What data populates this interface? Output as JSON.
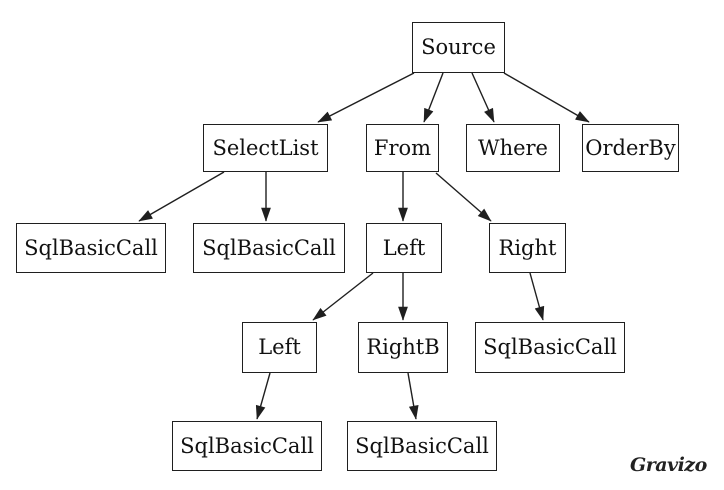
{
  "diagram": {
    "type": "tree-graph",
    "watermark": "Gravizo",
    "colors": {
      "background": "#ffffff",
      "node_border": "#1f1f1f",
      "edge_stroke": "#1f1f1f",
      "text": "#111111"
    },
    "nodes": {
      "source": {
        "label": "Source"
      },
      "selectlist": {
        "label": "SelectList"
      },
      "from": {
        "label": "From"
      },
      "where": {
        "label": "Where"
      },
      "orderby": {
        "label": "OrderBy"
      },
      "sqlbasiccall_1": {
        "label": "SqlBasicCall"
      },
      "sqlbasiccall_2": {
        "label": "SqlBasicCall"
      },
      "left_outer": {
        "label": "Left"
      },
      "right_outer": {
        "label": "Right"
      },
      "left_inner": {
        "label": "Left"
      },
      "rightb": {
        "label": "RightB"
      },
      "sqlbasiccall_3": {
        "label": "SqlBasicCall"
      },
      "sqlbasiccall_4": {
        "label": "SqlBasicCall"
      },
      "sqlbasiccall_5": {
        "label": "SqlBasicCall"
      }
    },
    "edges": [
      {
        "from": "source",
        "to": "selectlist"
      },
      {
        "from": "source",
        "to": "from"
      },
      {
        "from": "source",
        "to": "where"
      },
      {
        "from": "source",
        "to": "orderby"
      },
      {
        "from": "selectlist",
        "to": "sqlbasiccall_1"
      },
      {
        "from": "selectlist",
        "to": "sqlbasiccall_2"
      },
      {
        "from": "from",
        "to": "left_outer"
      },
      {
        "from": "from",
        "to": "right_outer"
      },
      {
        "from": "left_outer",
        "to": "left_inner"
      },
      {
        "from": "left_outer",
        "to": "rightb"
      },
      {
        "from": "right_outer",
        "to": "sqlbasiccall_3"
      },
      {
        "from": "left_inner",
        "to": "sqlbasiccall_4"
      },
      {
        "from": "rightb",
        "to": "sqlbasiccall_5"
      }
    ]
  }
}
